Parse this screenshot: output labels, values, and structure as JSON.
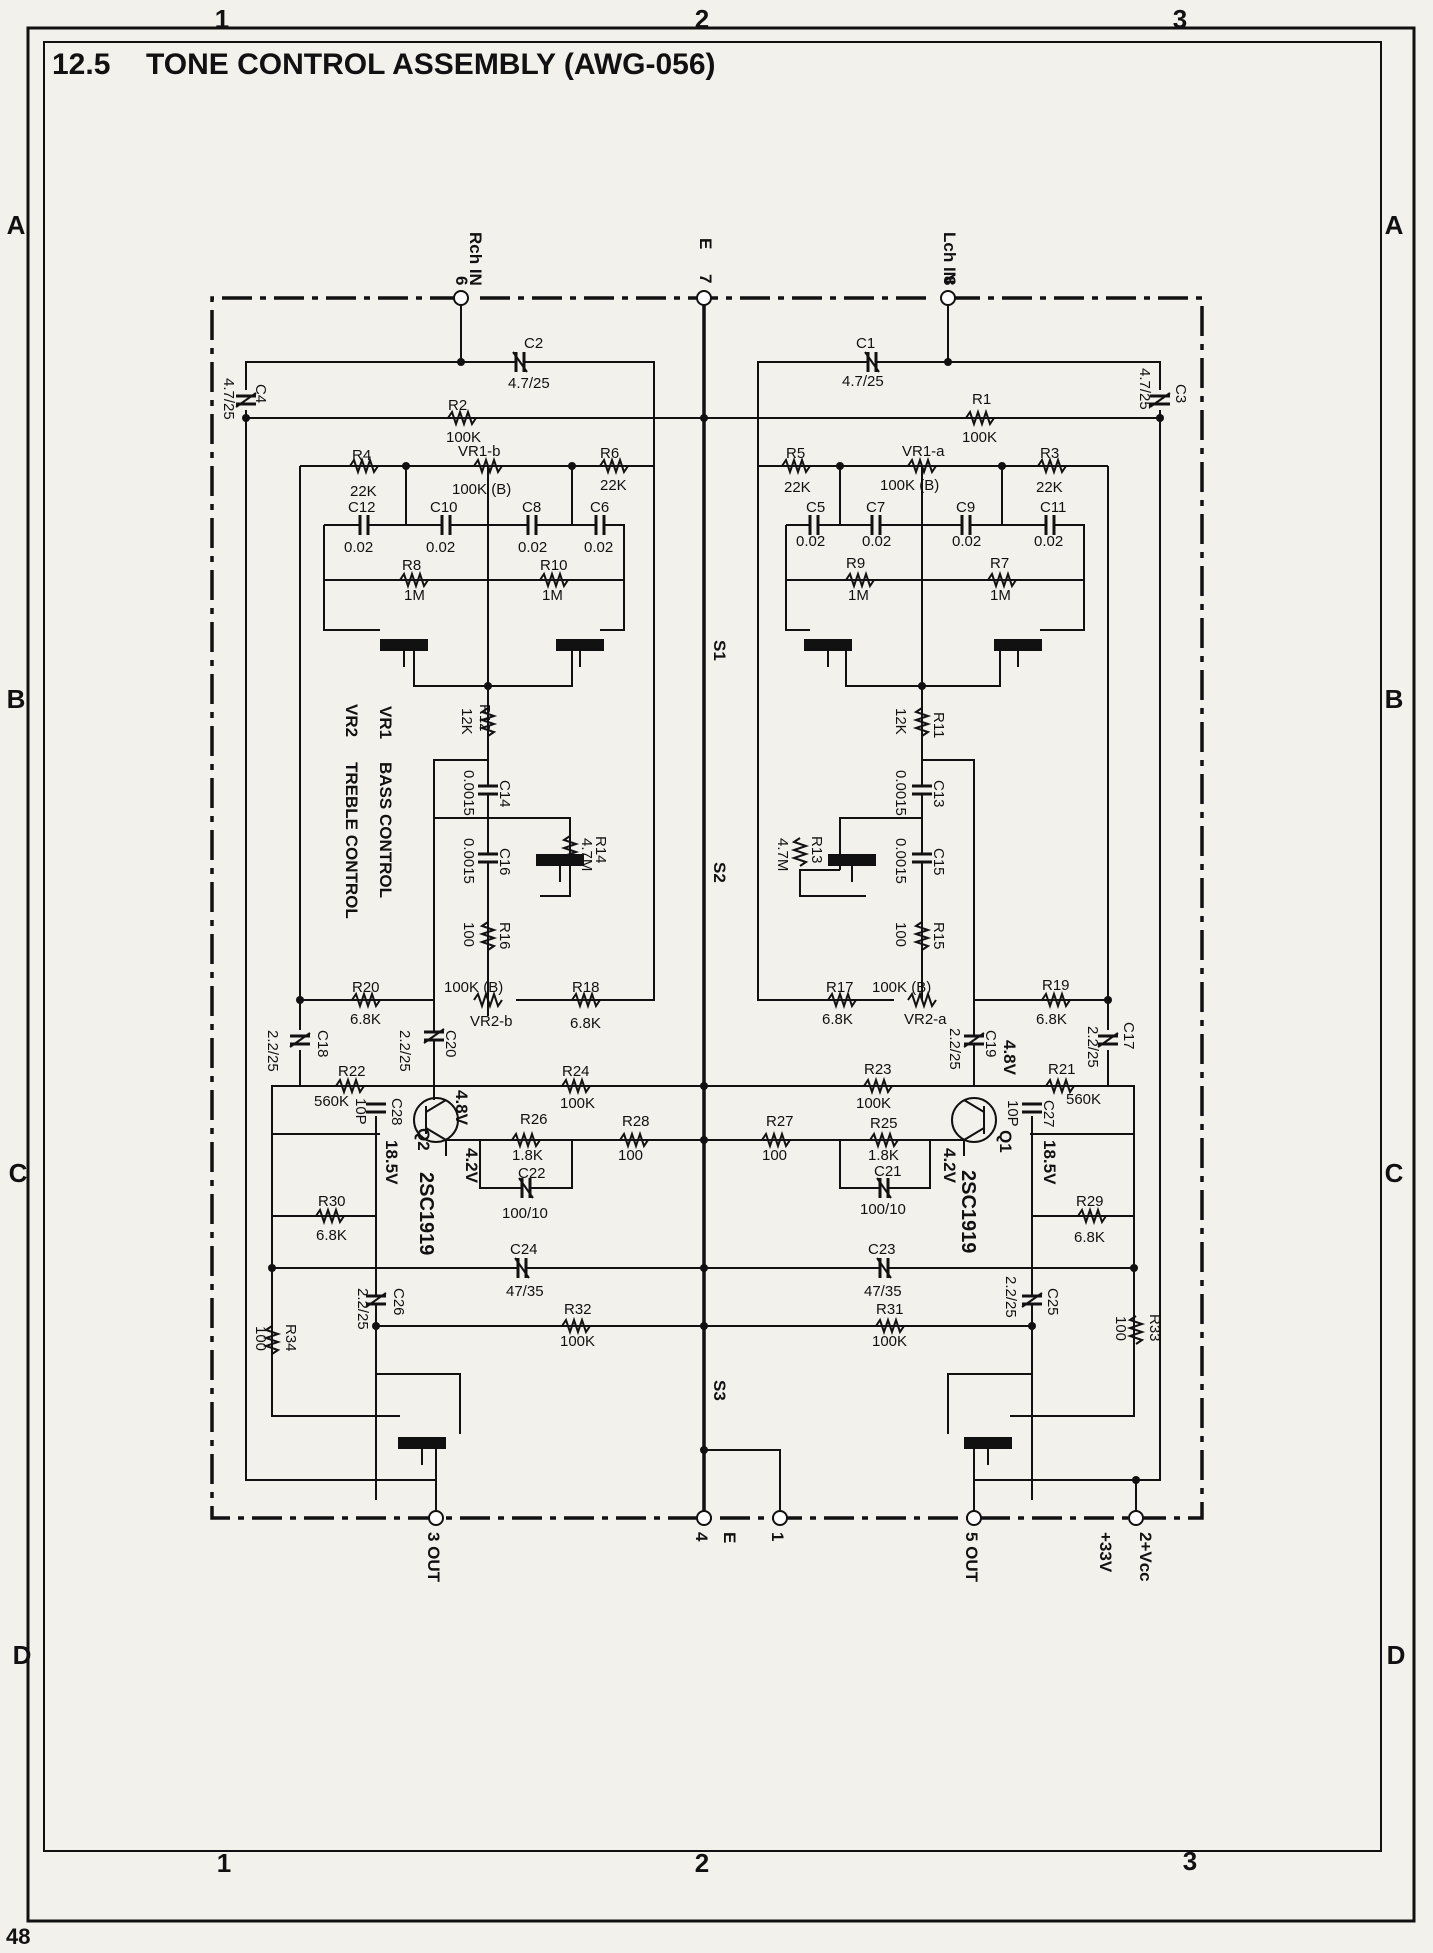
{
  "page": {
    "section_number": "12.5",
    "title": "TONE CONTROL ASSEMBLY (AWG-056)",
    "page_number": "48",
    "grid_columns": [
      "1",
      "2",
      "3"
    ],
    "grid_rows": [
      "A",
      "B",
      "C",
      "D"
    ]
  },
  "terminals": {
    "rch_in": "Rch IN",
    "rch_in_num": "6",
    "e_top": "E",
    "e_top_num": "7",
    "lch_in": "Lch IN",
    "lch_in_num": "8",
    "out3": "3 OUT",
    "e_bottom": "E",
    "e_bottom_num": "4",
    "pin1": "1",
    "out5": "5 OUT",
    "vcc": "2+Vcc",
    "vcc_v": "+33V"
  },
  "switches": {
    "s1": "S1",
    "s2": "S2",
    "s3": "S3"
  },
  "legend": {
    "vr1": "VR1",
    "vr1_desc": "BASS CONTROL",
    "vr2": "VR2",
    "vr2_desc": "TREBLE CONTROL"
  },
  "right_channel": {
    "c2": "C2",
    "c2_v": "4.7/25",
    "c4": "C4",
    "c4_v": "4.7/25",
    "r2": "R2",
    "r2_v": "100K",
    "r4": "R4",
    "r4_v": "22K",
    "vr1b": "VR1-b",
    "vr1b_v": "100K (B)",
    "r6": "R6",
    "r6_v": "22K",
    "c12": "C12",
    "c12_v": "0.02",
    "c10": "C10",
    "c10_v": "0.02",
    "c8": "C8",
    "c8_v": "0.02",
    "c6": "C6",
    "c6_v": "0.02",
    "r8": "R8",
    "r8_v": "1M",
    "r10": "R10",
    "r10_v": "1M",
    "r12": "R12",
    "r12_v": "12K",
    "c14": "C14",
    "c14_v": "0.0015",
    "c16": "C16",
    "c16_v": "0.0015",
    "r14": "R14",
    "r14_v": "4.7M",
    "r16": "R16",
    "r16_v": "100",
    "r20": "R20",
    "r20_v": "6.8K",
    "vr2b": "VR2-b",
    "vr2b_v": "100K (B)",
    "r18": "R18",
    "r18_v": "6.8K",
    "c18": "C18",
    "c18_v": "2.2/25",
    "c20": "C20",
    "c20_v": "2.2/25",
    "r22": "R22",
    "r22_v": "560K",
    "c28": "C28",
    "c28_v": "10P",
    "q2": "Q2",
    "q2_type": "2SC1919",
    "q2_vb": "4.8V",
    "q2_ve": "4.2V",
    "q2_vc": "18.5V",
    "r24": "R24",
    "r24_v": "100K",
    "r26": "R26",
    "r26_v": "1.8K",
    "c22": "C22",
    "c22_v": "100/10",
    "r28": "R28",
    "r28_v": "100",
    "r30": "R30",
    "r30_v": "6.8K",
    "c24": "C24",
    "c24_v": "47/35",
    "c26": "C26",
    "c26_v": "2.2/25",
    "r32": "R32",
    "r32_v": "100K",
    "r34": "R34",
    "r34_v": "100"
  },
  "left_channel": {
    "c1": "C1",
    "c1_v": "4.7/25",
    "c3": "C3",
    "c3_v": "4.7/25",
    "r1": "R1",
    "r1_v": "100K",
    "r5": "R5",
    "r5_v": "22K",
    "vr1a": "VR1-a",
    "vr1a_v": "100K (B)",
    "r3": "R3",
    "r3_v": "22K",
    "c5": "C5",
    "c5_v": "0.02",
    "c7": "C7",
    "c7_v": "0.02",
    "c9": "C9",
    "c9_v": "0.02",
    "c11": "C11",
    "c11_v": "0.02",
    "r9": "R9",
    "r9_v": "1M",
    "r7": "R7",
    "r7_v": "1M",
    "r11": "R11",
    "r11_v": "12K",
    "c13": "C13",
    "c13_v": "0.0015",
    "c15": "C15",
    "c15_v": "0.0015",
    "r13": "R13",
    "r13_v": "4.7M",
    "r15": "R15",
    "r15_v": "100",
    "r17": "R17",
    "r17_v": "6.8K",
    "vr2a": "VR2-a",
    "vr2a_v": "100K (B)",
    "r19": "R19",
    "r19_v": "6.8K",
    "c19": "C19",
    "c19_v": "2.2/25",
    "c17": "C17",
    "c17_v": "2.2/25",
    "r21": "R21",
    "r21_v": "560K",
    "c27": "C27",
    "c27_v": "10P",
    "q1": "Q1",
    "q1_type": "2SC1919",
    "q1_vb": "4.8V",
    "q1_ve": "4.2V",
    "q1_vc": "18.5V",
    "r23": "R23",
    "r23_v": "100K",
    "r25": "R25",
    "r25_v": "1.8K",
    "c21": "C21",
    "c21_v": "100/10",
    "r27": "R27",
    "r27_v": "100",
    "r29": "R29",
    "r29_v": "6.8K",
    "c23": "C23",
    "c23_v": "47/35",
    "c25": "C25",
    "c25_v": "2.2/25",
    "r31": "R31",
    "r31_v": "100K",
    "r33": "R33",
    "r33_v": "100"
  }
}
